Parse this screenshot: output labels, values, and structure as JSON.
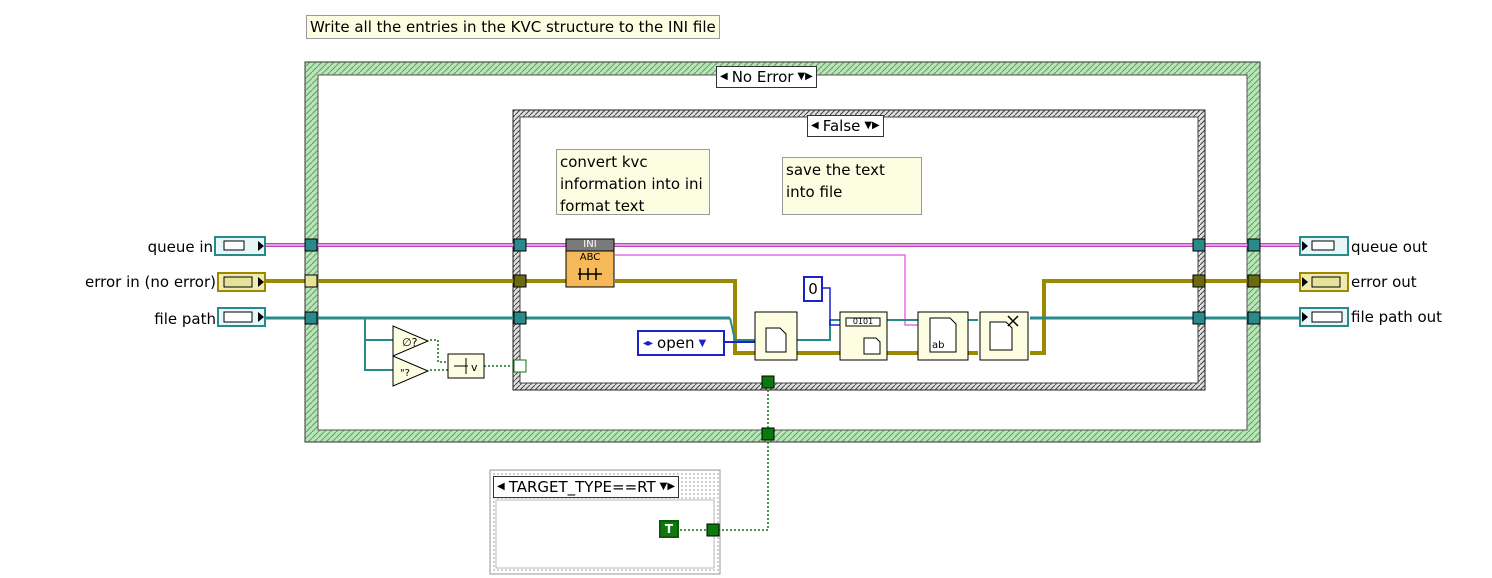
{
  "title_comment": "Write all the entries in the KVC structure to the INI file",
  "outer_case": {
    "selector_label": "No Error"
  },
  "inner_case": {
    "selector_label": "False"
  },
  "target_case": {
    "selector_label": "TARGET_TYPE==RT"
  },
  "comments": {
    "convert": "convert kvc information into ini format text",
    "save": "save the text into file"
  },
  "terminals": {
    "queue_in": "queue in",
    "error_in": "error in (no error)",
    "file_path": "file path",
    "queue_out": "queue out",
    "error_out": "error out",
    "file_path_out": "file path out"
  },
  "constants": {
    "open_mode": "open",
    "offset": "0",
    "bool_true": "T"
  },
  "icons": {
    "ini_vi": "INI",
    "ini_vi_sub": "ABC",
    "binary_icon": "0101"
  },
  "colors": {
    "refnum_wire": "#c040c0",
    "error_wire": "#9b8a00",
    "path_wire": "#2a8a8a",
    "bool_wire": "#0a7a0a",
    "numeric_wire": "#1b23c8",
    "case_border": "#8ed08e",
    "inner_case_border": "#555555"
  }
}
